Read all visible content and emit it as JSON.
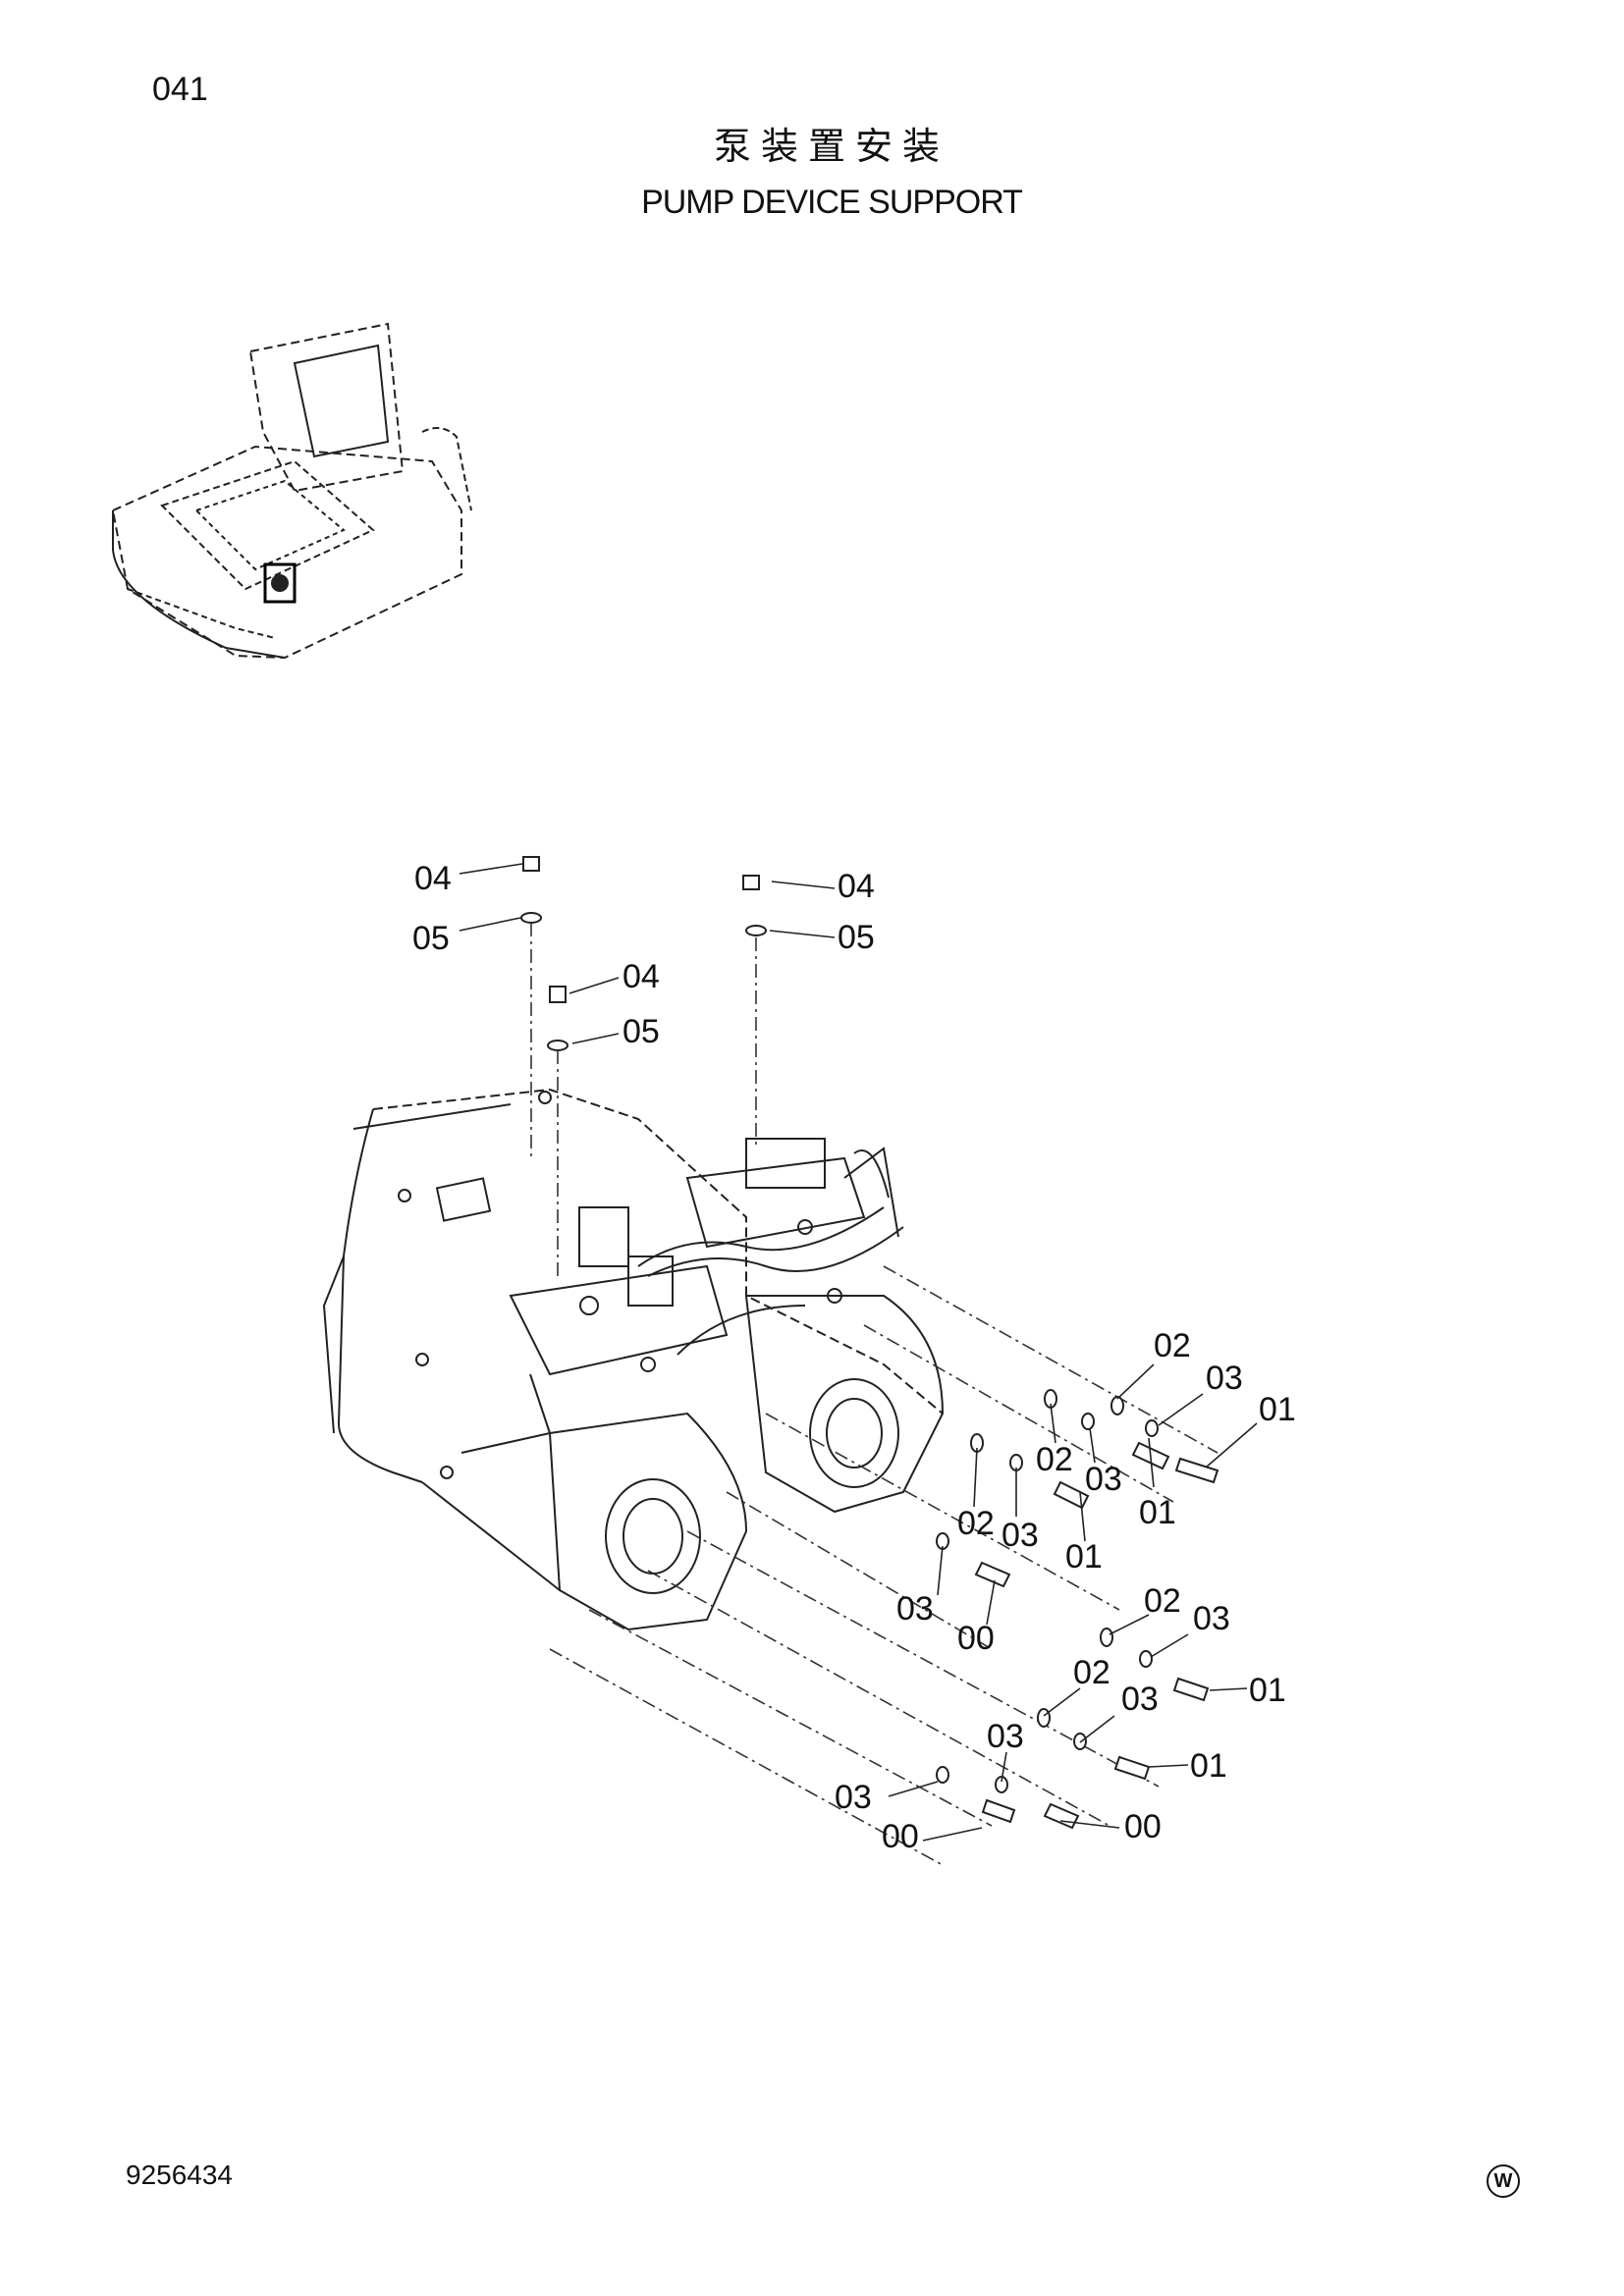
{
  "page": {
    "number": "041"
  },
  "title": {
    "chinese": "泵装置安装",
    "english": "PUMP DEVICE SUPPORT"
  },
  "footer": {
    "doc_number": "9256434",
    "brand_mark": "W"
  },
  "callouts": {
    "c1": "04",
    "c2": "05",
    "c3": "04",
    "c4": "05",
    "c5": "04",
    "c6": "05",
    "c7": "02",
    "c8": "03",
    "c9": "01",
    "c10": "02",
    "c11": "03",
    "c12": "01",
    "c13": "02",
    "c14": "03",
    "c15": "01",
    "c16": "03",
    "c17": "00",
    "c18": "02",
    "c19": "03",
    "c20": "01",
    "c21": "02",
    "c22": "03",
    "c23": "01",
    "c24": "03",
    "c25": "03",
    "c26": "00",
    "c27": "00"
  }
}
